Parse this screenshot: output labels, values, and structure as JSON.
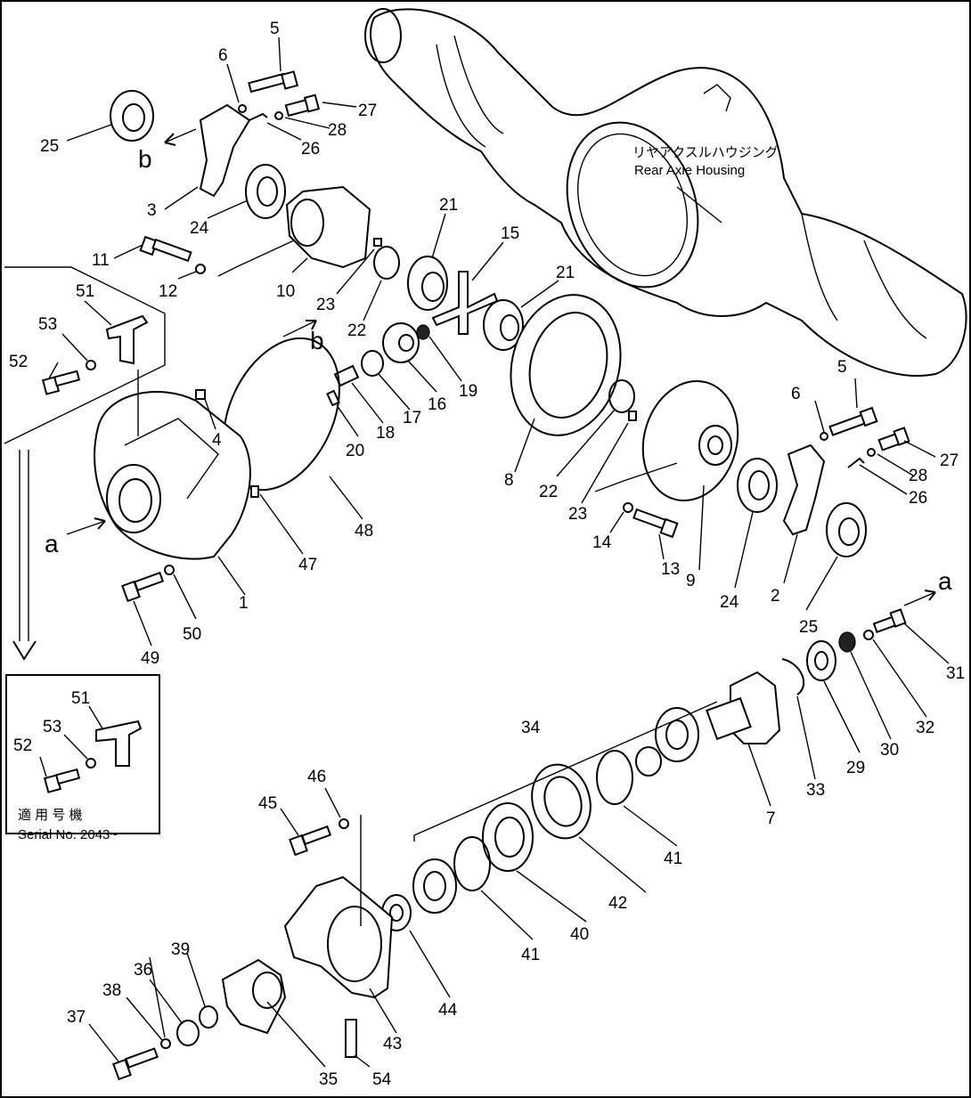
{
  "labels": {
    "housing_jp": "リヤアクスルハウジング",
    "housing_en": "Rear Axle Housing",
    "inset_jp": "適 用 号 機",
    "inset_serial": "Serial No. 2043~"
  },
  "letters": [
    "a",
    "a",
    "b",
    "b"
  ],
  "part_numbers": [
    "1",
    "2",
    "3",
    "4",
    "5",
    "5",
    "6",
    "6",
    "7",
    "8",
    "9",
    "10",
    "11",
    "12",
    "13",
    "14",
    "15",
    "16",
    "17",
    "18",
    "19",
    "20",
    "21",
    "21",
    "22",
    "22",
    "23",
    "23",
    "24",
    "24",
    "25",
    "25",
    "26",
    "26",
    "27",
    "27",
    "28",
    "28",
    "29",
    "30",
    "31",
    "32",
    "33",
    "34",
    "35",
    "36",
    "37",
    "38",
    "39",
    "40",
    "41",
    "41",
    "42",
    "43",
    "44",
    "45",
    "46",
    "47",
    "48",
    "49",
    "50",
    "51",
    "51",
    "52",
    "52",
    "53",
    "53",
    "54"
  ]
}
